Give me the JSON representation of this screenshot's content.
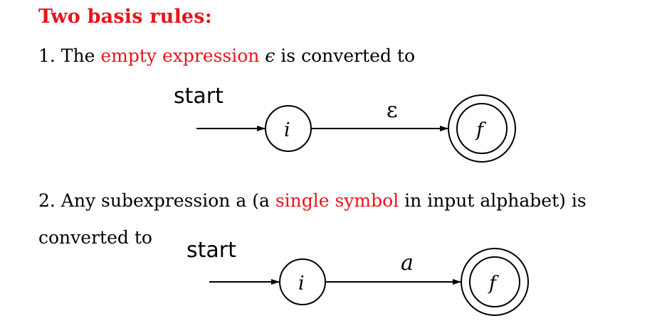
{
  "title": "Two basis rules:",
  "rule1": {
    "prefix": "1. The ",
    "highlight": "empty expression",
    "symbol": " ϵ",
    "suffix": " is converted to"
  },
  "rule2": {
    "prefix": "2. Any subexpression a (a ",
    "highlight": "single symbol",
    "suffix": " in input alphabet) is",
    "continuation": "converted to"
  },
  "nfa1": {
    "start_label": "start",
    "initial_state": "i",
    "final_state": "f",
    "transition_label": "ε"
  },
  "nfa2": {
    "start_label": "start",
    "initial_state": "i",
    "final_state": "f",
    "transition_label": "a"
  },
  "colors": {
    "highlight": "#e8141c",
    "text": "#000000"
  }
}
